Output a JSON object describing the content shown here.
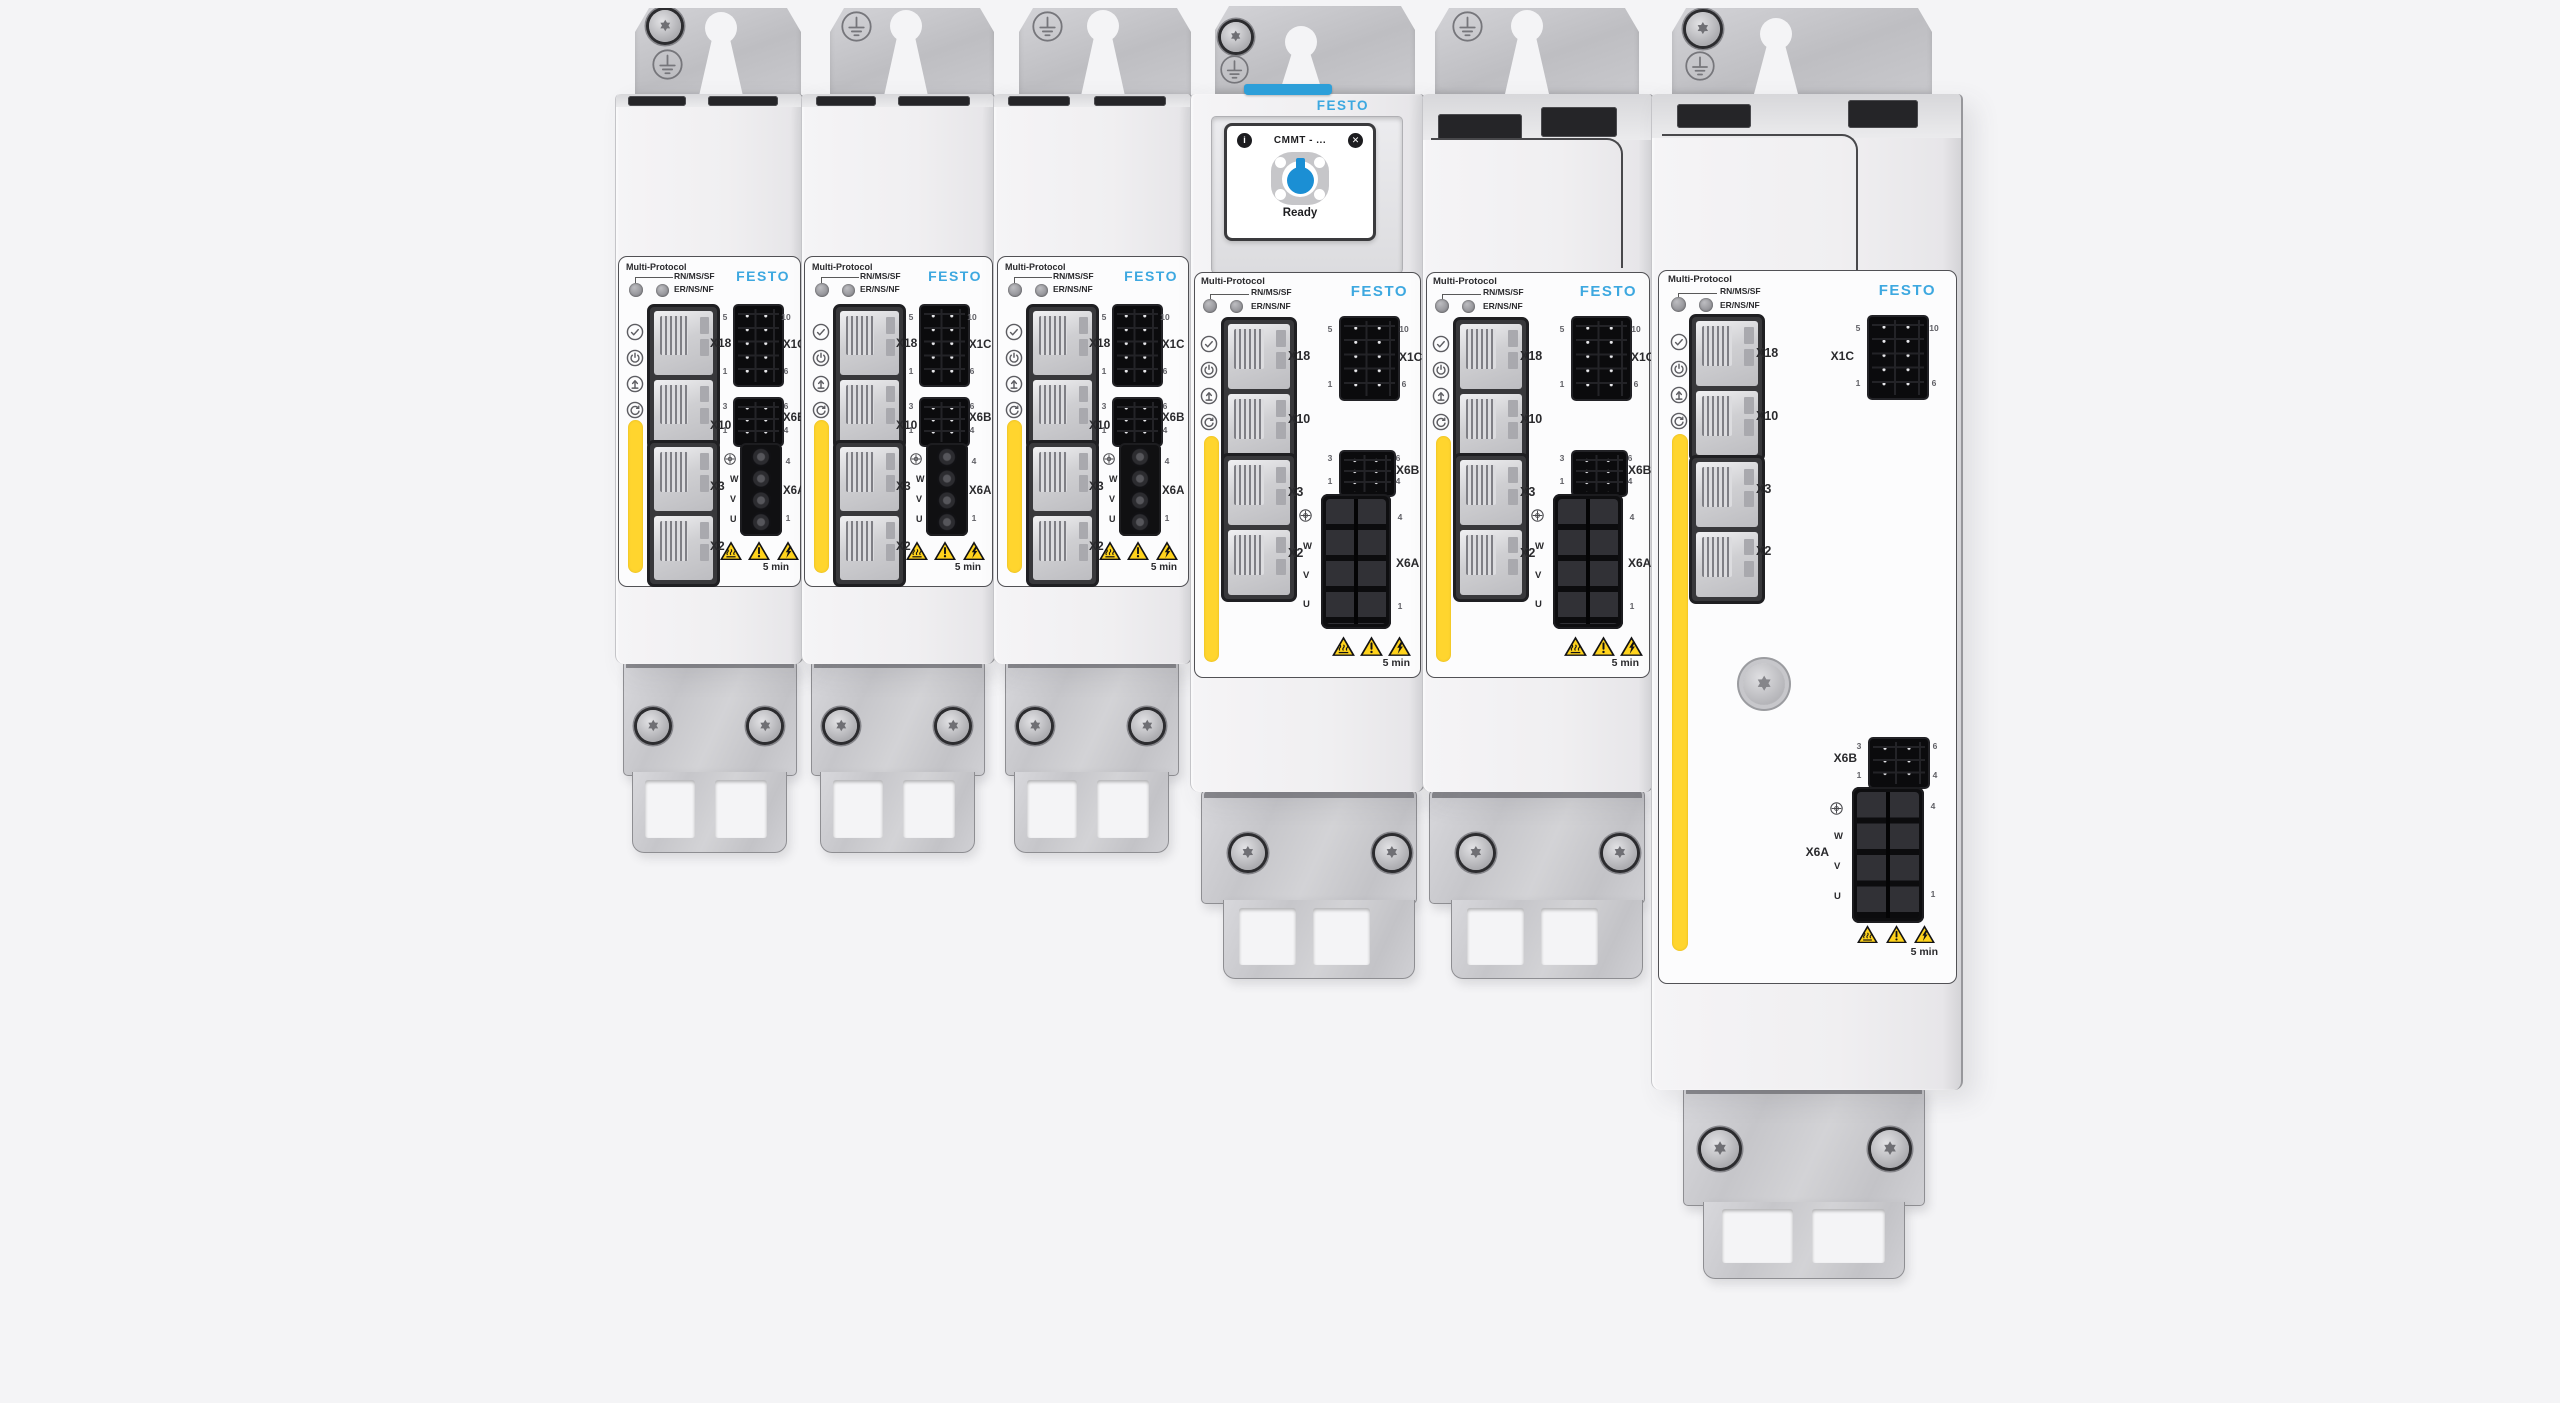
{
  "product": {
    "brand": "FESTO",
    "popup": {
      "title": "CMMT - ...",
      "status": "Ready",
      "info_glyph": "i",
      "close_glyph": "✕"
    },
    "panel": {
      "protocol_label": "Multi-Protocol",
      "led_run_label": "RN/MS/SF",
      "led_err_label": "ER/NS/NF",
      "ports": {
        "x18": "X18",
        "x10": "X10",
        "x3": "X3",
        "x2": "X2",
        "x1c": "X1C",
        "x6b": "X6B",
        "x6a": "X6A"
      },
      "phases": {
        "w": "W",
        "v": "V",
        "u": "U"
      },
      "pins": {
        "p1": "1",
        "p3": "3",
        "p4": "4",
        "p5": "5",
        "p6": "6",
        "p10": "10"
      },
      "discharge_label": "5 min"
    },
    "icons": {
      "check-icon": "✓",
      "power-icon": "⏻",
      "enable-icon": "↑",
      "reset-icon": "↻",
      "ground-icon": "⏚",
      "pe-screw-icon": "⊕",
      "info-icon": "i",
      "close-icon": "✕",
      "hot-surface-warning-icon": "♨",
      "general-warning-icon": "!",
      "electric-shock-warning-icon": "⚡"
    },
    "colors": {
      "festo_blue": "#3da8e0",
      "accent_blue": "#2d9fd9",
      "signal_yellow": "#ffd52e",
      "warning_yellow": "#ffd31c",
      "background": "#f4f4f6"
    }
  }
}
